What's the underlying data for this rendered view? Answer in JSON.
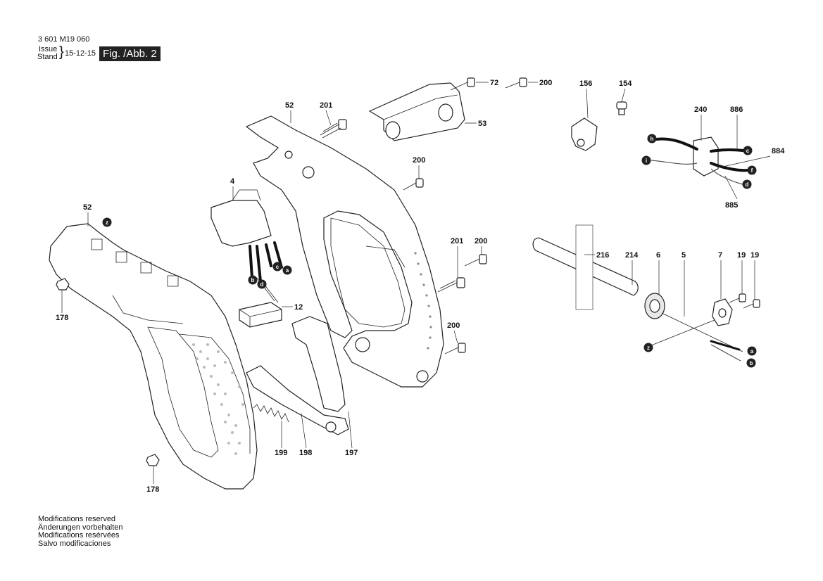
{
  "header": {
    "part_number": "3 601 M19 060",
    "issue_label": "Issue",
    "stand_label": "Stand",
    "issue_date": "15-12-15",
    "figure_badge": "Fig. /Abb. 2"
  },
  "labels": {
    "p52a": "52",
    "p52b": "52",
    "p201a": "201",
    "p201b": "201",
    "p72": "72",
    "p200a": "200",
    "p200b": "200",
    "p200c": "200",
    "p200d": "200",
    "p53": "53",
    "p156": "156",
    "p154": "154",
    "p240": "240",
    "p886": "886",
    "p884": "884",
    "p885": "885",
    "p4": "4",
    "p12": "12",
    "p178a": "178",
    "p178b": "178",
    "p199": "199",
    "p198": "198",
    "p197": "197",
    "p216": "216",
    "p214": "214",
    "p6": "6",
    "p5": "5",
    "p7": "7",
    "p19a": "19",
    "p19b": "19"
  },
  "wire_markers": {
    "z1": "z",
    "z2": "z",
    "a1": "a",
    "a2": "a",
    "b1": "b",
    "b2": "b",
    "c1": "c",
    "c2": "c",
    "d1": "d",
    "d2": "d",
    "f": "f",
    "h": "h",
    "i": "i"
  },
  "footer": {
    "line1": "Modifications reserved",
    "line2": "Änderungen vorbehalten",
    "line3": "Modifications resérvées",
    "line4": "Salvo modificaciones"
  },
  "colors": {
    "ink": "#222222",
    "badge_bg": "#222222",
    "badge_text": "#ffffff"
  }
}
